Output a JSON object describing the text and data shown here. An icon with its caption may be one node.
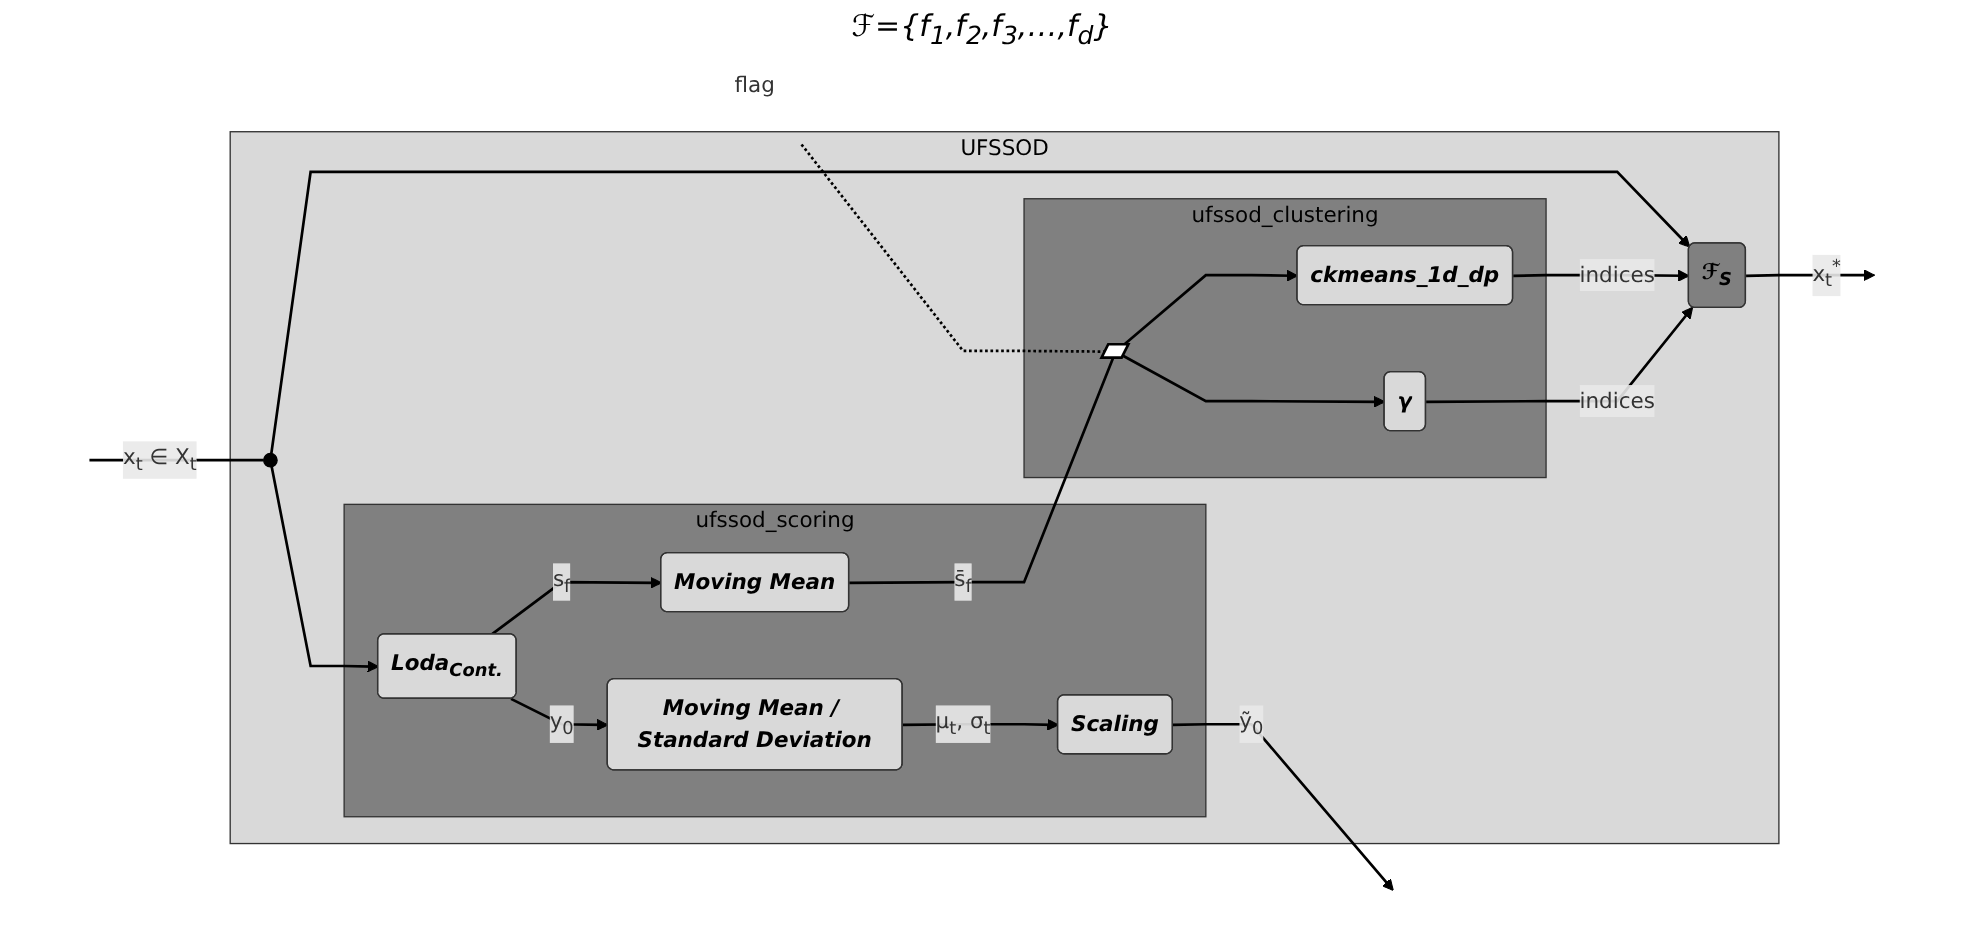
{
  "diagram": {
    "nodes": [
      {
        "text": [
          "UFSSOD"
        ]
      },
      {
        "text": [
          "ufssod_scoring"
        ],
        "in": 0
      },
      {
        "text": [
          "Loda$_{Cont.}$"
        ],
        "in": 1
      },
      {
        "text": [
          "Moving Mean / Standard Deviation"
        ],
        "in": 1
      },
      {
        "text": [
          "Scaling"
        ],
        "in": 1
      },
      {
        "text": [
          "Moving Mean"
        ],
        "in": 1
      },
      {
        "text": [
          "ufssod_clustering"
        ],
        "in": 0
      },
      {
        "text": [],
        "shape": "switch",
        "in": 6
      },
      {
        "text": [
          "ckmeans_1d_dp"
        ],
        "in": 6
      },
      {
        "text": [
          "γ"
        ],
        "in": 6
      },
      {
        "text": [
          "ℱ$_{S}$"
        ],
        "in": 0
      },
      {
        "text": [],
        "shape": "circle",
        "in": 0
      },
      {
        "text": [
          "flag"
        ]
      }
    ],
    "edges": [
      {
        "from": null,
        "to": 11,
        "arrow": "none",
        "label": "x$_{t}$ ∈ X$_{t}$"
      },
      {
        "from": 11,
        "to": 2,
        "arrow": "to"
      },
      {
        "from": 11,
        "to": 10,
        "arrow": "to"
      },
      {
        "from": 2,
        "to": 3,
        "arrow": "to",
        "label": "y$_{0}$"
      },
      {
        "from": 3,
        "to": 4,
        "arrow": "to",
        "label": "μ$_{t}$, σ$_{t}$"
      },
      {
        "from": 4,
        "to": null,
        "arrow": "to",
        "label": "ỹ$_{0}$"
      },
      {
        "from": 2,
        "to": 5,
        "arrow": "to",
        "label": "s$_{f}$"
      },
      {
        "from": 5,
        "to": 7,
        "arrow": "none",
        "label": "s̄$_{f}$"
      },
      {
        "from": 12,
        "to": 7,
        "arrow": "none",
        "style": "dashed"
      },
      {
        "from": 7,
        "to": 8,
        "arrow": "to"
      },
      {
        "from": 7,
        "to": 9,
        "arrow": "to"
      },
      {
        "from": 8,
        "to": 10,
        "arrow": "to",
        "label": "indices"
      },
      {
        "from": 9,
        "to": 10,
        "arrow": "to",
        "label": "indices"
      },
      {
        "from": 10,
        "to": null,
        "arrow": "to",
        "label": "x$_{t}$$^{*}$"
      }
    ],
    "labels": [
      "ℱ={f$_{1}$,f$_{2}$,f$_{3}$,…,f$_{d}$}"
    ]
  }
}
